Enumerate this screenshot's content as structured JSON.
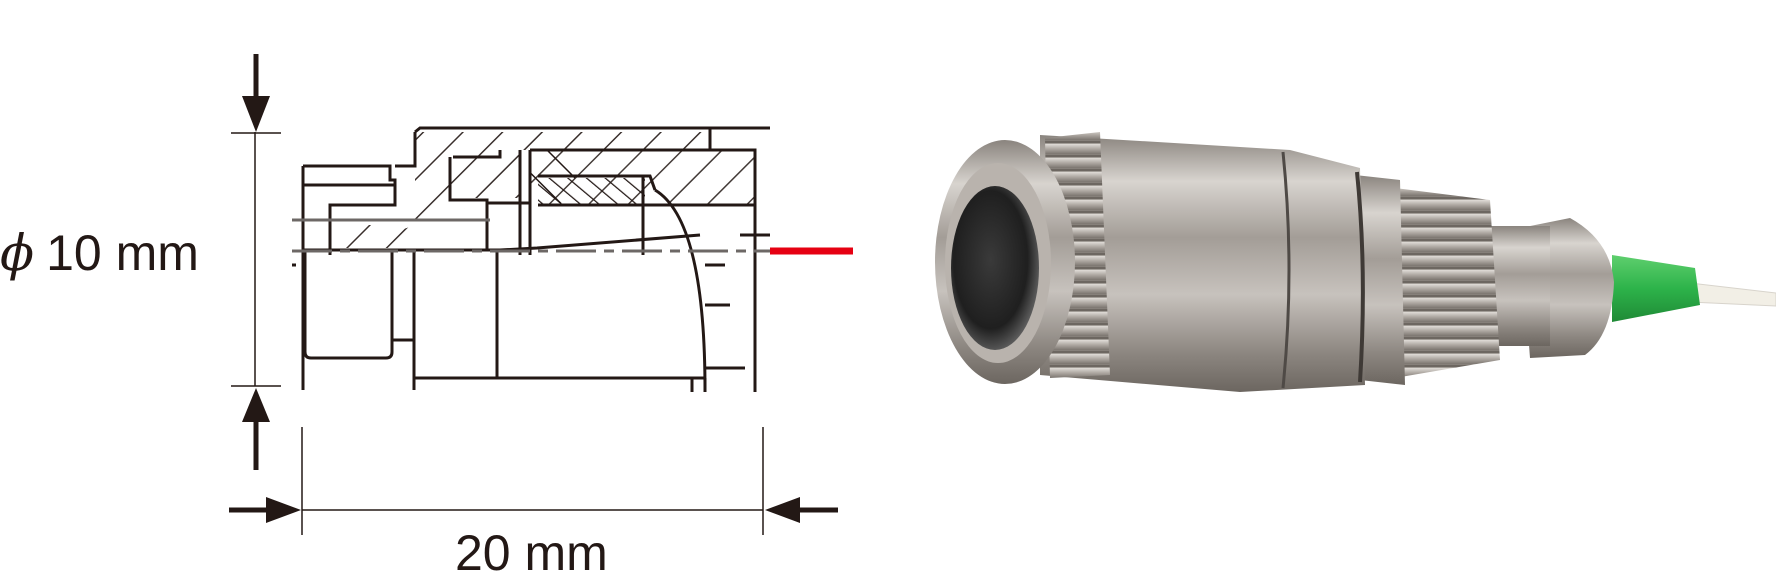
{
  "figure": {
    "drawing": {
      "diameter_label": "10 mm",
      "diameter_symbol": "ϕ",
      "length_label": "20 mm",
      "colors": {
        "line": "#231815",
        "laser_beam": "#e60012"
      }
    },
    "photo": {
      "subject": "fiber-connector-photo",
      "colors": {
        "metal": "#b8b2ac",
        "boot": "#2db34a",
        "fiber": "#f2efe6"
      }
    }
  }
}
